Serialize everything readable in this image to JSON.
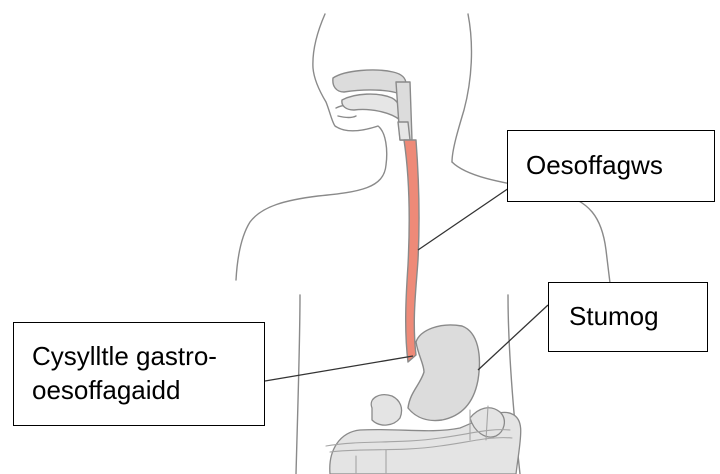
{
  "labels": {
    "oesophagus": "Oesoffagws",
    "stomach": "Stumog",
    "gej_line1": "Cysylltle gastro-",
    "gej_line2": "oesoffagaidd"
  },
  "colors": {
    "oesophagus_fill": "#ee8a78",
    "organ_fill": "#dcdcdc",
    "outline": "#8a8a8a",
    "leader_line": "#333333"
  }
}
